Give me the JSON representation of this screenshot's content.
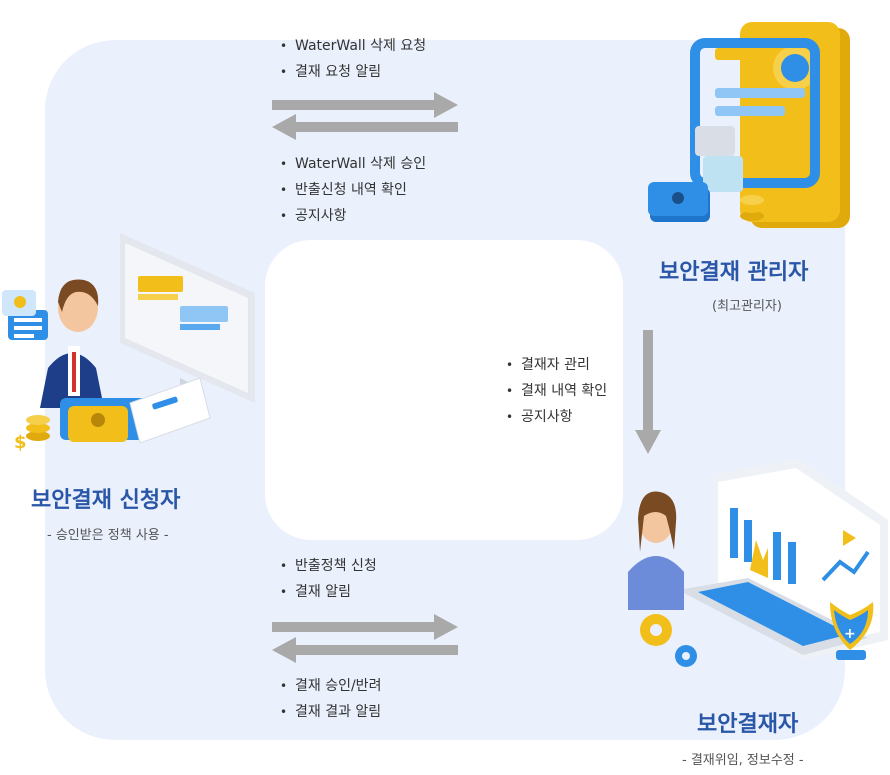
{
  "flows": {
    "top_request": [
      "WaterWall 삭제 요청",
      "결재 요청 알림"
    ],
    "top_response": [
      "WaterWall 삭제 승인",
      "반출신청 내역 확인",
      "공지사항"
    ],
    "right_items": [
      "결재자 관리",
      "결재 내역 확인",
      "공지사항"
    ],
    "bottom_request": [
      "반출정책 신청",
      "결재 알림"
    ],
    "bottom_response": [
      "결재 승인/반려",
      "결재 결과 알림"
    ]
  },
  "roles": {
    "admin": {
      "title": "보안결재 관리자",
      "subtitle": "(최고관리자)"
    },
    "applicant": {
      "title": "보안결재 신청자",
      "subtitle": "- 승인받은 정책 사용 -"
    },
    "approver": {
      "title": "보안결재자",
      "subtitle": "- 결재위임, 정보수정 -"
    }
  },
  "colors": {
    "background_panel": "#eaf1fd",
    "title_blue": "#2a56a8",
    "arrow_gray": "#a9a9a9",
    "accent_blue": "#2f8fe6",
    "accent_yellow": "#f2bf1a"
  }
}
